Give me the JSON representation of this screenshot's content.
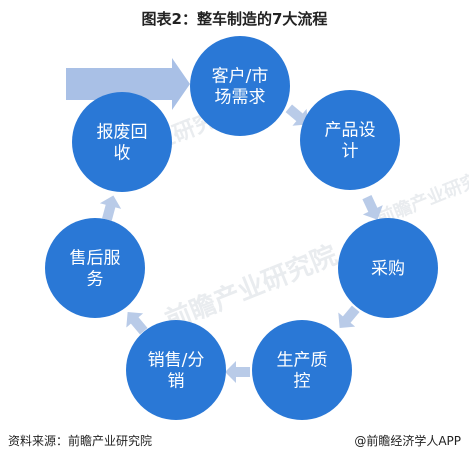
{
  "title": "图表2：整车制造的7大流程",
  "colors": {
    "node": "#2a78d6",
    "arrow": "#b9cbe8",
    "entry_arrow": "#a9c0e6"
  },
  "nodes": [
    {
      "id": "customer",
      "label_lines": [
        "客户/市",
        "场需求"
      ]
    },
    {
      "id": "design",
      "label_lines": [
        "产品设",
        "计"
      ]
    },
    {
      "id": "purchase",
      "label_lines": [
        "采购"
      ]
    },
    {
      "id": "quality",
      "label_lines": [
        "生产质",
        "控"
      ]
    },
    {
      "id": "sales",
      "label_lines": [
        "销售/分",
        "销"
      ]
    },
    {
      "id": "service",
      "label_lines": [
        "售后服",
        "务"
      ]
    },
    {
      "id": "recycle",
      "label_lines": [
        "报废回",
        "收"
      ]
    }
  ],
  "watermark": {
    "text": "前瞻产业研究院"
  },
  "footer": {
    "source": "资料来源：前瞻产业研究院",
    "credit": "@前瞻经济学人APP"
  }
}
